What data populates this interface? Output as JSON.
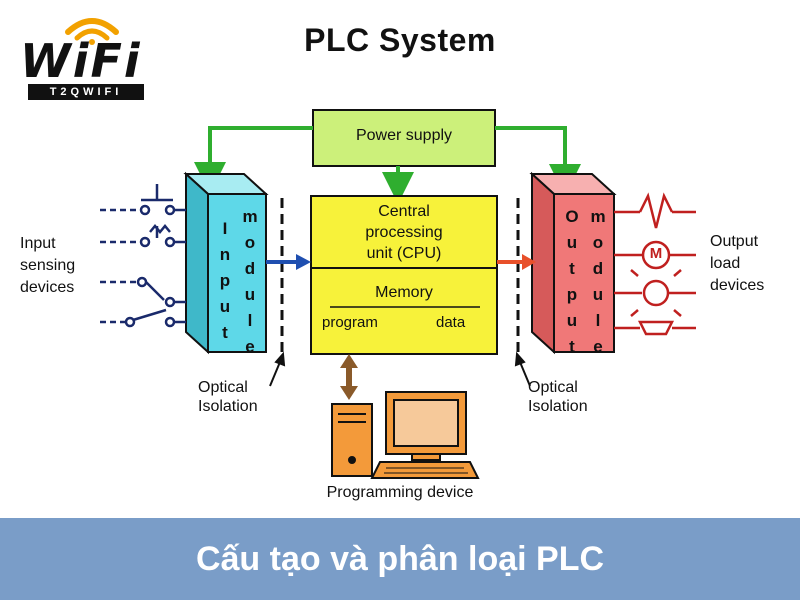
{
  "logo": {
    "word": "WiFi",
    "tagline": "T2QWIFI"
  },
  "title": "PLC System",
  "power_supply": "Power supply",
  "cpu": {
    "line1": "Central",
    "line2": "processing",
    "line3": "unit (CPU)"
  },
  "memory": {
    "label": "Memory",
    "program": "program",
    "data": "data"
  },
  "input_module": {
    "col1": [
      "I",
      "n",
      "p",
      "u",
      "t"
    ],
    "col2": [
      "m",
      "o",
      "d",
      "u",
      "l",
      "e"
    ]
  },
  "output_module": {
    "col1": [
      "O",
      "u",
      "t",
      "p",
      "u",
      "t"
    ],
    "col2": [
      "m",
      "o",
      "d",
      "u",
      "l",
      "e"
    ]
  },
  "input_devices": {
    "line1": "Input",
    "line2": "sensing",
    "line3": "devices"
  },
  "output_devices": {
    "line1": "Output",
    "line2": "load",
    "line3": "devices"
  },
  "optical_left": {
    "line1": "Optical",
    "line2": "Isolation"
  },
  "optical_right": {
    "line1": "Optical",
    "line2": "Isolation"
  },
  "motor_symbol": "M",
  "programming_device": "Programming device",
  "caption": "Cấu tạo và phân loại PLC",
  "colors": {
    "power": "#ccf07a",
    "cpu": "#f7f23a",
    "input": "#5ed8e8",
    "output": "#f07878",
    "green_arrow": "#2fae2f",
    "blue_arrow": "#1f4fb0",
    "orange_arrow": "#e8502a",
    "caption_band": "#7a9dc8"
  }
}
